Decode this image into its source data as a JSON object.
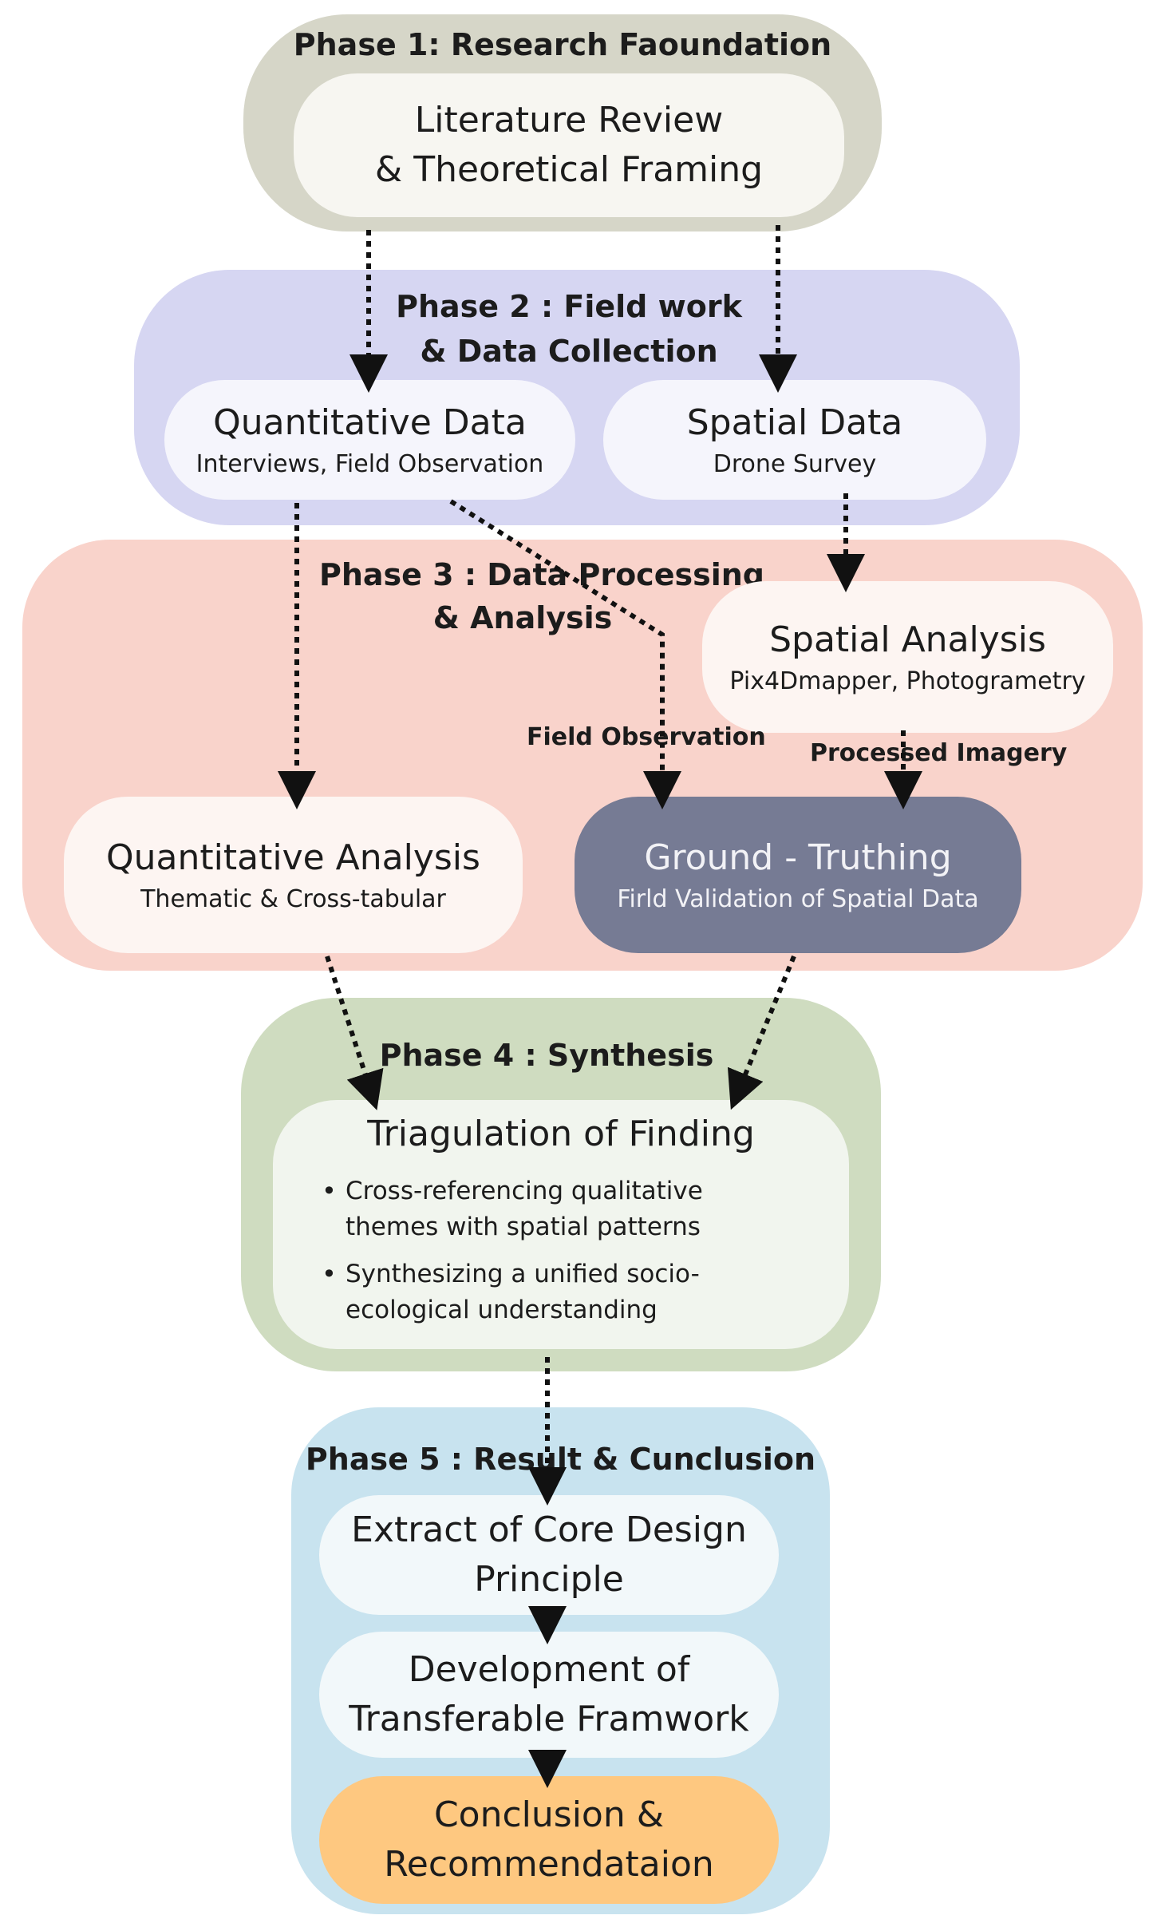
{
  "phase1": {
    "title": "Phase 1: Research Faoundation",
    "box": {
      "line1": "Literature Review",
      "line2": "& Theoretical Framing"
    }
  },
  "phase2": {
    "title_line1": "Phase 2 : Field work",
    "title_line2": "& Data Collection",
    "quantitative": {
      "title": "Quantitative Data",
      "sub": "Interviews, Field Observation"
    },
    "spatial": {
      "title": "Spatial Data",
      "sub": "Drone Survey"
    }
  },
  "phase3": {
    "title_line1": "Phase 3 : Data Processing",
    "title_line2": "& Analysis",
    "spatial_analysis": {
      "title": "Spatial Analysis",
      "sub": "Pix4Dmapper, Photogrametry"
    },
    "quant_analysis": {
      "title": "Quantitative Analysis",
      "sub": "Thematic & Cross-tabular"
    },
    "ground": {
      "title": "Ground - Truthing",
      "sub": "Firld Validation of Spatial Data"
    },
    "label_field_obs": "Field Observation",
    "label_processed": "Processed  Imagery"
  },
  "phase4": {
    "title": "Phase 4 : Synthesis",
    "box": {
      "title": "Triagulation of Finding",
      "bullets": [
        "Cross-referencing qualitative themes with spatial patterns",
        "Synthesizing a unified socio-ecological understanding"
      ]
    }
  },
  "phase5": {
    "title": "Phase 5 : Result & Cunclusion",
    "core": {
      "line1": "Extract of Core Design",
      "line2": "Principle"
    },
    "dev": {
      "line1": "Development of",
      "line2": "Transferable Framwork"
    },
    "conc": {
      "line1": "Conclusion &",
      "line2": "Recommendataion"
    }
  },
  "colors": {
    "phase1": "#d6d6c8",
    "phase2": "#d6d6f2",
    "phase3": "#f9d3cb",
    "phase4": "#cfdcc0",
    "phase5": "#c8e3ef",
    "ground": "#767b94",
    "conclusion": "#fec880"
  }
}
